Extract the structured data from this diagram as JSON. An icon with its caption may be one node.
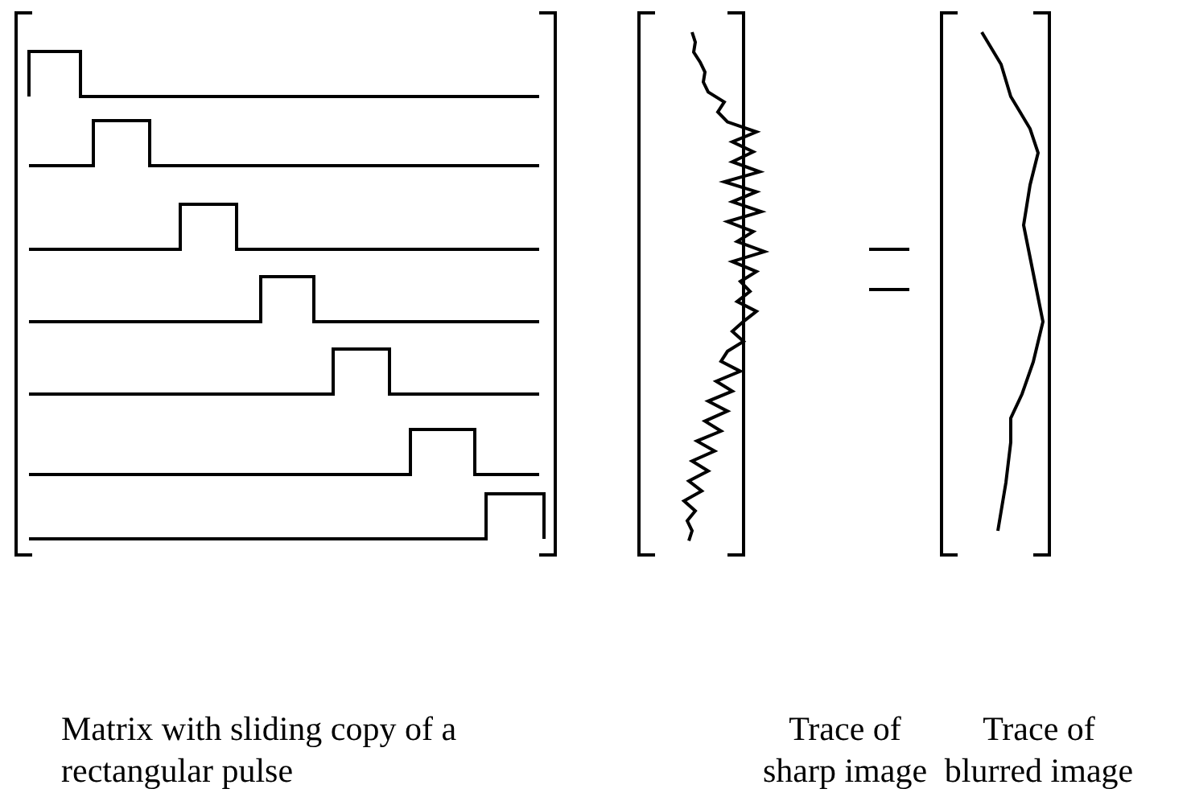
{
  "diagram": {
    "labels": [
      "Matrix with sliding copy of a rectangular pulse",
      "Trace of sharp image",
      "Trace of blurred image"
    ]
  }
}
